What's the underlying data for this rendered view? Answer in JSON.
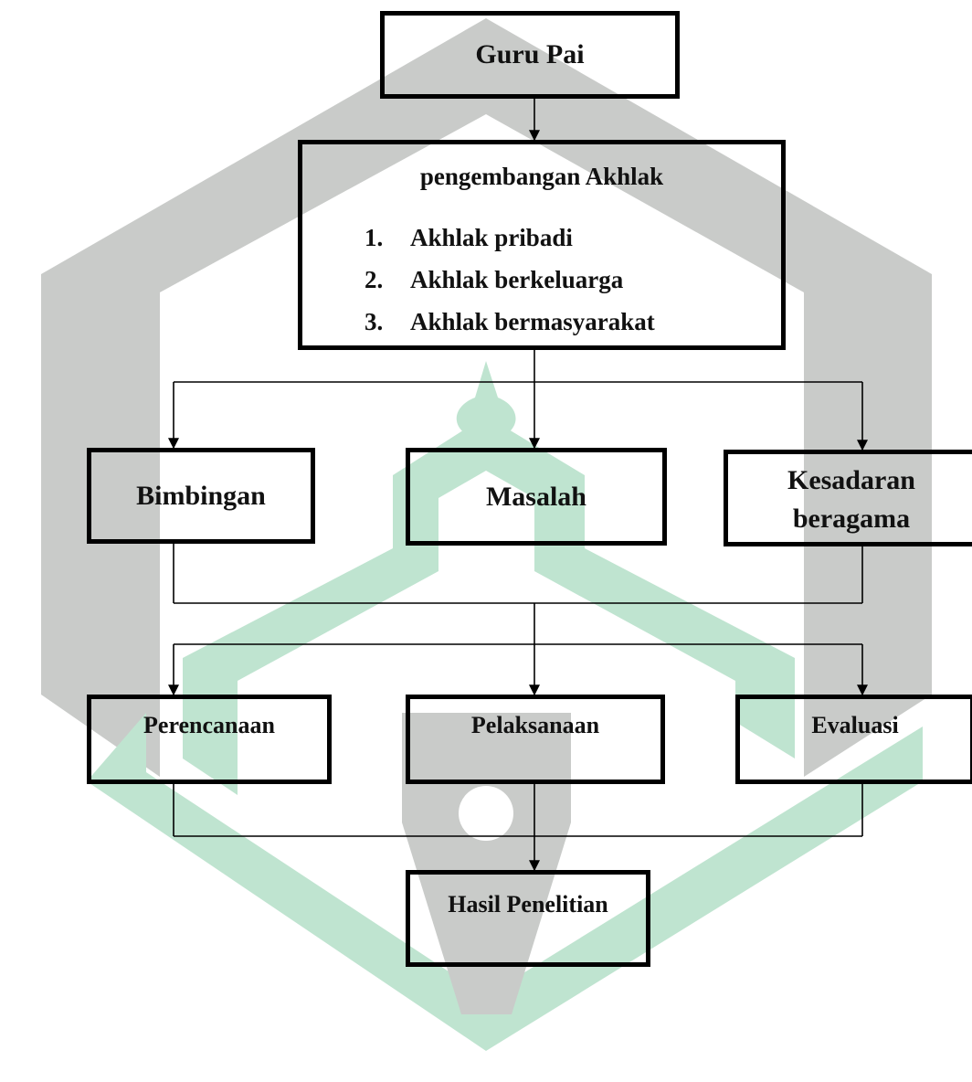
{
  "diagram": {
    "guru": "Guru Pai",
    "akhlak_title": "pengembangan Akhlak",
    "akhlak_items": [
      {
        "num": "1.",
        "label": "Akhlak pribadi"
      },
      {
        "num": "2.",
        "label": "Akhlak berkeluarga"
      },
      {
        "num": "3.",
        "label": "Akhlak bermasyarakat"
      }
    ],
    "row1": {
      "bimbingan": "Bimbingan",
      "masalah": "Masalah",
      "kesadaran_line1": "Kesadaran",
      "kesadaran_line2": "beragama"
    },
    "row2": {
      "perencanaan": "Perencanaan",
      "pelaksanaan": "Pelaksanaan",
      "evaluasi": "Evaluasi"
    },
    "hasil": "Hasil Penelitian"
  },
  "colors": {
    "watermark_gray": "#c9cbc9",
    "watermark_green": "#bfe4d0",
    "line": "#000000"
  }
}
